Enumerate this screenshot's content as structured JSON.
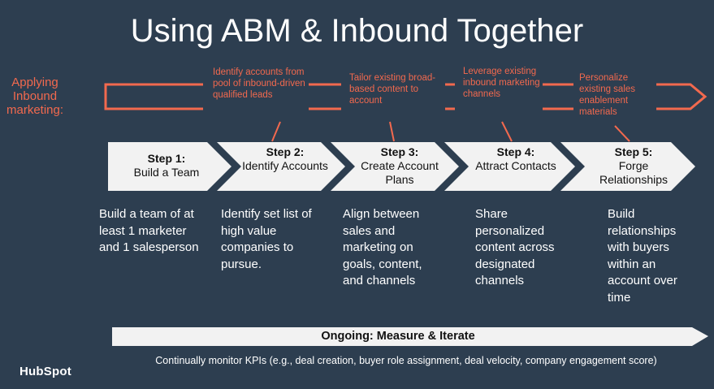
{
  "title": "Using ABM & Inbound Together",
  "applying_label": "Applying Inbound marketing:",
  "inbound_notes": [
    "Identify  accounts from pool of inbound-driven qualified leads",
    "Tailor existing broad-based content to account",
    "Leverage existing inbound marketing channels",
    "Personalize existing sales enablement materials"
  ],
  "steps": [
    {
      "head": "Step 1:",
      "sub": "Build a Team",
      "desc": "Build a team of at least 1 marketer and 1 salesperson"
    },
    {
      "head": "Step 2:",
      "sub": "Identify Accounts",
      "desc": "Identify set list of high value companies to pursue."
    },
    {
      "head": "Step 3:",
      "sub": "Create Account Plans",
      "desc": "Align between sales and marketing on goals, content, and channels"
    },
    {
      "head": "Step 4:",
      "sub": "Attract Contacts",
      "desc": "Share personalized content across designated channels"
    },
    {
      "head": "Step 5:",
      "sub": "Forge Relationships",
      "desc": "Build relationships with buyers within an account over time"
    }
  ],
  "ongoing": {
    "label": "Ongoing: Measure & Iterate",
    "desc": "Continually monitor KPIs (e.g., deal creation, buyer role assignment, deal velocity, company engagement score)"
  },
  "logo_text": "HubSpot",
  "colors": {
    "background": "#2d3e50",
    "accent": "#f2694e",
    "chevron": "#f2f2f2",
    "text_light": "#ffffff"
  }
}
